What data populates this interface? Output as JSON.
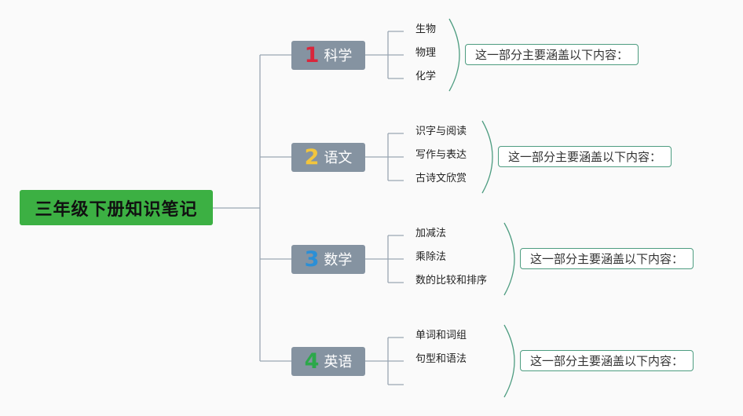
{
  "root": {
    "title": "三年级下册知识笔记"
  },
  "branches": [
    {
      "num": "1",
      "label": "科学",
      "num_color": "#d9263b",
      "leaves": [
        "生物",
        "物理",
        "化学"
      ],
      "summary": "这一部分主要涵盖以下内容："
    },
    {
      "num": "2",
      "label": "语文",
      "num_color": "#f2c53d",
      "leaves": [
        "识字与阅读",
        "写作与表达",
        "古诗文欣赏"
      ],
      "summary": "这一部分主要涵盖以下内容："
    },
    {
      "num": "3",
      "label": "数学",
      "num_color": "#2b8fd6",
      "leaves": [
        "加减法",
        "乘除法",
        "数的比较和排序"
      ],
      "summary": "这一部分主要涵盖以下内容："
    },
    {
      "num": "4",
      "label": "英语",
      "num_color": "#2ca84a",
      "leaves": [
        "单词和词组",
        "句型和语法",
        ""
      ],
      "summary": "这一部分主要涵盖以下内容："
    }
  ],
  "colors": {
    "connector": "#9aa6b2",
    "brace": "#4d9c80",
    "root_fill": "#3cb043",
    "branch_fill": "#8593a1"
  }
}
